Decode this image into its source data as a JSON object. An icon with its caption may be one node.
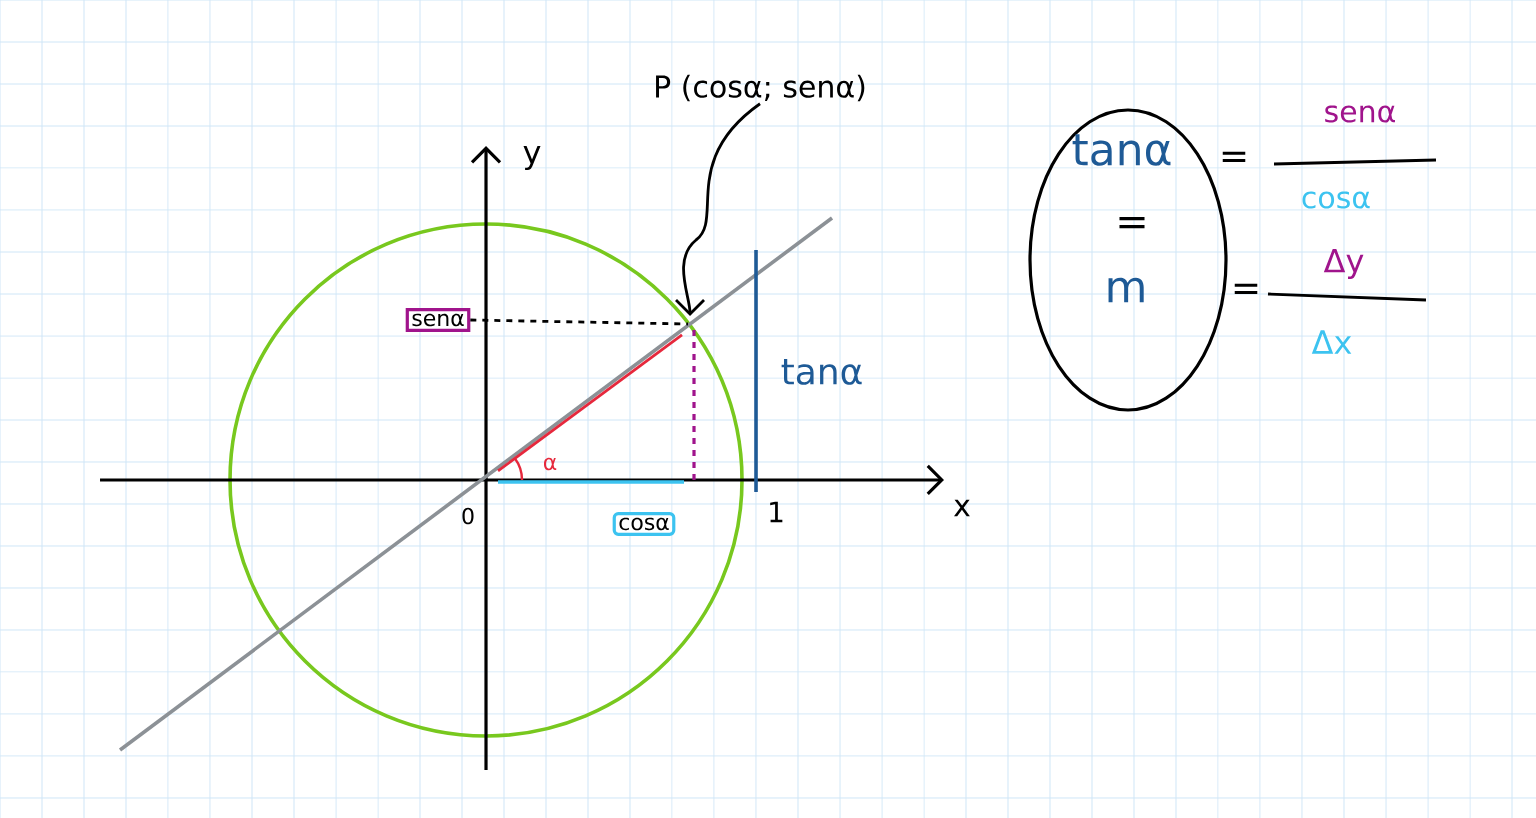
{
  "diagram": {
    "nodes": [
      {
        "text": [
          "P (cosα; senα)"
        ]
      },
      {
        "text": [
          "senα"
        ]
      },
      {
        "text": [
          "cosα"
        ]
      },
      {
        "text": [
          "tanα",
          "=",
          "m"
        ]
      }
    ],
    "edges": [
      {
        "from": 0,
        "to": null,
        "arrow": "to"
      },
      {
        "from": 1,
        "to": null,
        "arrow": "none",
        "style": "dashed"
      }
    ],
    "labels": [
      "y",
      "tanα",
      "α",
      "0",
      "1",
      "x",
      "=",
      "senα",
      "cosα",
      "=",
      "Δy",
      "Δx"
    ]
  }
}
